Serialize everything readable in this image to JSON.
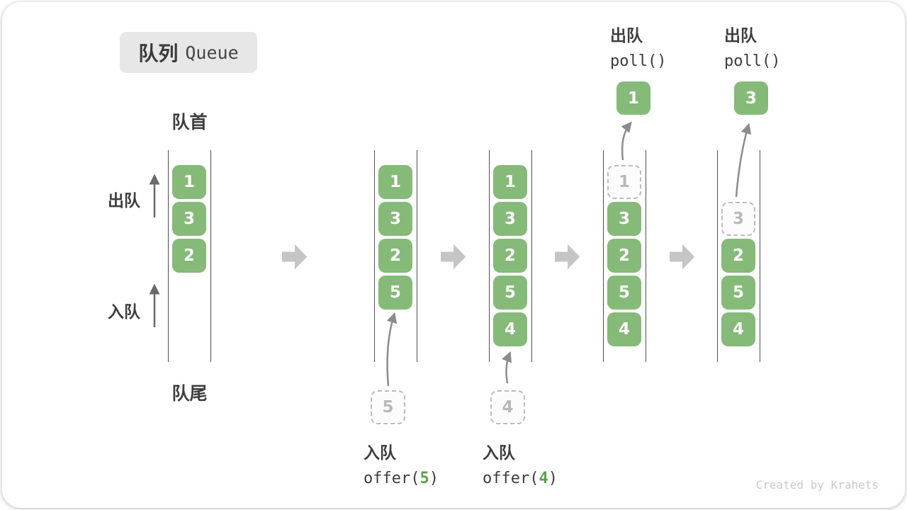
{
  "title": {
    "zh": "队列",
    "en": "Queue"
  },
  "labels": {
    "front": "队首",
    "rear": "队尾",
    "dequeue": "出队",
    "enqueue": "入队"
  },
  "queues": {
    "q1": {
      "cells": [
        "1",
        "3",
        "2"
      ]
    },
    "q2": {
      "cells": [
        "1",
        "3",
        "2",
        "5"
      ],
      "incoming": "5"
    },
    "q3": {
      "cells": [
        "1",
        "3",
        "2",
        "5",
        "4"
      ],
      "incoming": "4"
    },
    "q4": {
      "removed": "1",
      "cells": [
        "3",
        "2",
        "5",
        "4"
      ],
      "polled": "1"
    },
    "q5": {
      "removed": "3",
      "cells": [
        "2",
        "5",
        "4"
      ],
      "polled": "3"
    }
  },
  "operations": {
    "enqueue5": {
      "action": "入队",
      "fn_open": "offer(",
      "arg": "5",
      "fn_close": ")"
    },
    "enqueue4": {
      "action": "入队",
      "fn_open": "offer(",
      "arg": "4",
      "fn_close": ")"
    },
    "poll_first": {
      "action": "出队",
      "fn": "poll()"
    },
    "poll_second": {
      "action": "出队",
      "fn": "poll()"
    }
  },
  "watermark": "Created by Krahets",
  "colors": {
    "cell_green": "#85ba78",
    "arg_green": "#5f9e4e",
    "block_arrow_gray": "#c5c5c5",
    "text_dark": "#3e3e3e",
    "ghost_gray": "#b9b9b9",
    "title_badge_bg": "#e7e7e7"
  }
}
